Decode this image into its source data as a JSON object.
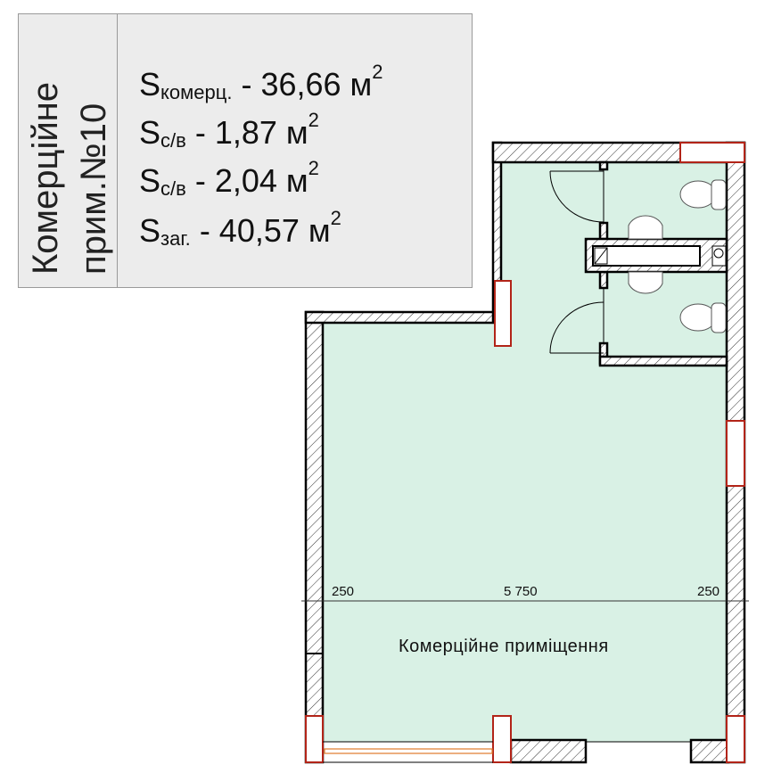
{
  "info_panel": {
    "title_line1": "Комерційне",
    "title_line2": "прим.№10",
    "areas": [
      {
        "symbol": "S",
        "subscript": "комерц.",
        "value": "- 36,66 м",
        "unit_power": "2"
      },
      {
        "symbol": "S",
        "subscript": "с/в",
        "value": "- 1,87 м",
        "unit_power": "2"
      },
      {
        "symbol": "S",
        "subscript": "с/в",
        "value": "- 2,04 м",
        "unit_power": "2"
      },
      {
        "symbol": "S",
        "subscript": "заг.",
        "value": "- 40,57 м",
        "unit_power": "2"
      }
    ]
  },
  "plan": {
    "room_label": "Комерційне приміщення",
    "dimensions": [
      "250",
      "5 750",
      "250"
    ],
    "colors": {
      "floor": "#d9f1e5",
      "window": "#b22418",
      "wall": "#000000",
      "glazing": "#e07a2a"
    }
  }
}
